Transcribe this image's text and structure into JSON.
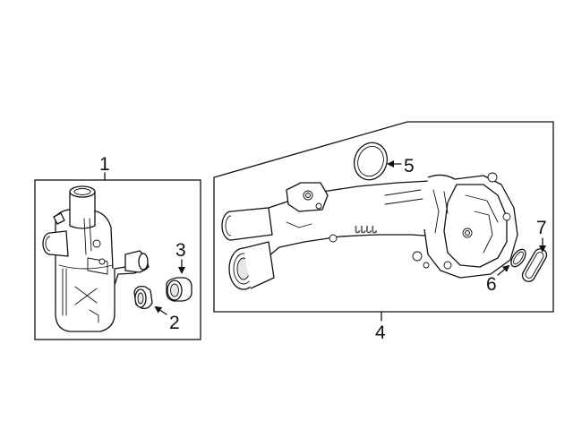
{
  "callouts": {
    "c1": "1",
    "c2": "2",
    "c3": "3",
    "c4": "4",
    "c5": "5",
    "c6": "6",
    "c7": "7"
  },
  "colors": {
    "line": "#111111",
    "background": "#ffffff",
    "shade": "#e6e6e6"
  }
}
